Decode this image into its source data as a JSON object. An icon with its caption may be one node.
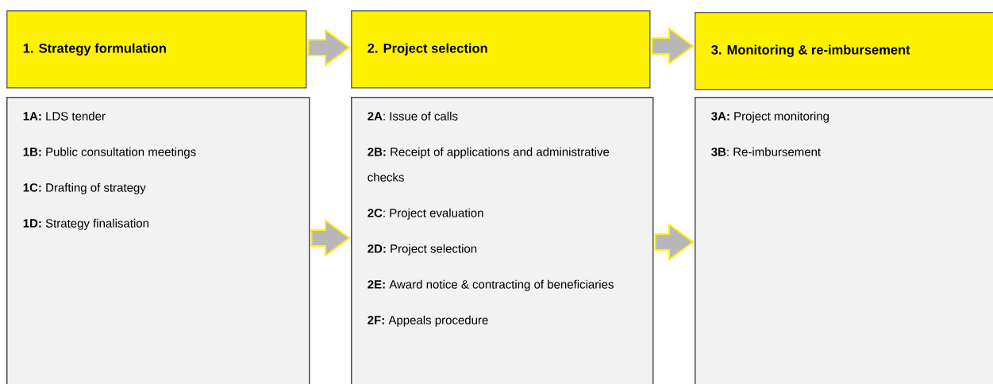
{
  "diagram": {
    "nodes": [
      {
        "text": [
          "1. Strategy formulation"
        ]
      },
      {
        "text": [
          "**1A:** LDS tender",
          "**1B:** Public consultation meetings",
          "**1C:** Drafting of strategy",
          "**1D:** Strategy finalisation"
        ]
      },
      {
        "text": [
          "2.  Project selection"
        ]
      },
      {
        "text": [
          "**2A**: Issue of calls",
          "**2B:** Receipt of applications and administrative checks",
          "**2C**: Project evaluation",
          "**2D:** Project selection",
          "**2E:** Award notice & contracting of beneficiaries",
          "**2F:** Appeals procedure"
        ]
      },
      {
        "text": [
          "3. Monitoring & re-imbursement"
        ]
      },
      {
        "text": [
          "**3A:** Project monitoring",
          "**3B**: Re-imbursement"
        ]
      }
    ],
    "edges": [
      {
        "from": 0,
        "to": 2,
        "arrow": "to"
      },
      {
        "from": 2,
        "to": 4,
        "arrow": "to"
      },
      {
        "from": 1,
        "to": 3,
        "arrow": "to"
      },
      {
        "from": 3,
        "to": 5,
        "arrow": "to"
      }
    ]
  }
}
